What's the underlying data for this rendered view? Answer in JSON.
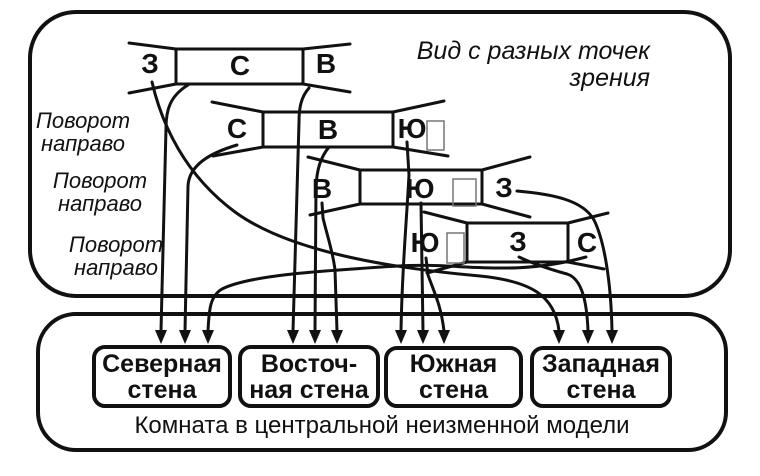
{
  "title": {
    "line1": "Вид с разных точек",
    "line2": "зрения"
  },
  "rotation_labels": [
    {
      "line1": "Поворот",
      "line2": "направо"
    },
    {
      "line1": "Поворот",
      "line2": "направо"
    },
    {
      "line1": "Поворот",
      "line2": "направо"
    }
  ],
  "views": [
    {
      "walls": [
        "З",
        "С",
        "В"
      ]
    },
    {
      "walls": [
        "С",
        "В",
        "Ю"
      ]
    },
    {
      "walls": [
        "В",
        "Ю",
        "З"
      ]
    },
    {
      "walls": [
        "Ю",
        "З",
        "С"
      ]
    }
  ],
  "wall_boxes": [
    {
      "line1": "Северная",
      "line2": "стена"
    },
    {
      "line1": "Восточ-",
      "line2": "ная стена"
    },
    {
      "line1": "Южная",
      "line2": "стена"
    },
    {
      "line1": "Западная",
      "line2": "стена"
    }
  ],
  "caption": "Комната в центральной неизменной модели",
  "colors": {
    "line": "#111111",
    "door": "#777777",
    "background": "#ffffff"
  }
}
